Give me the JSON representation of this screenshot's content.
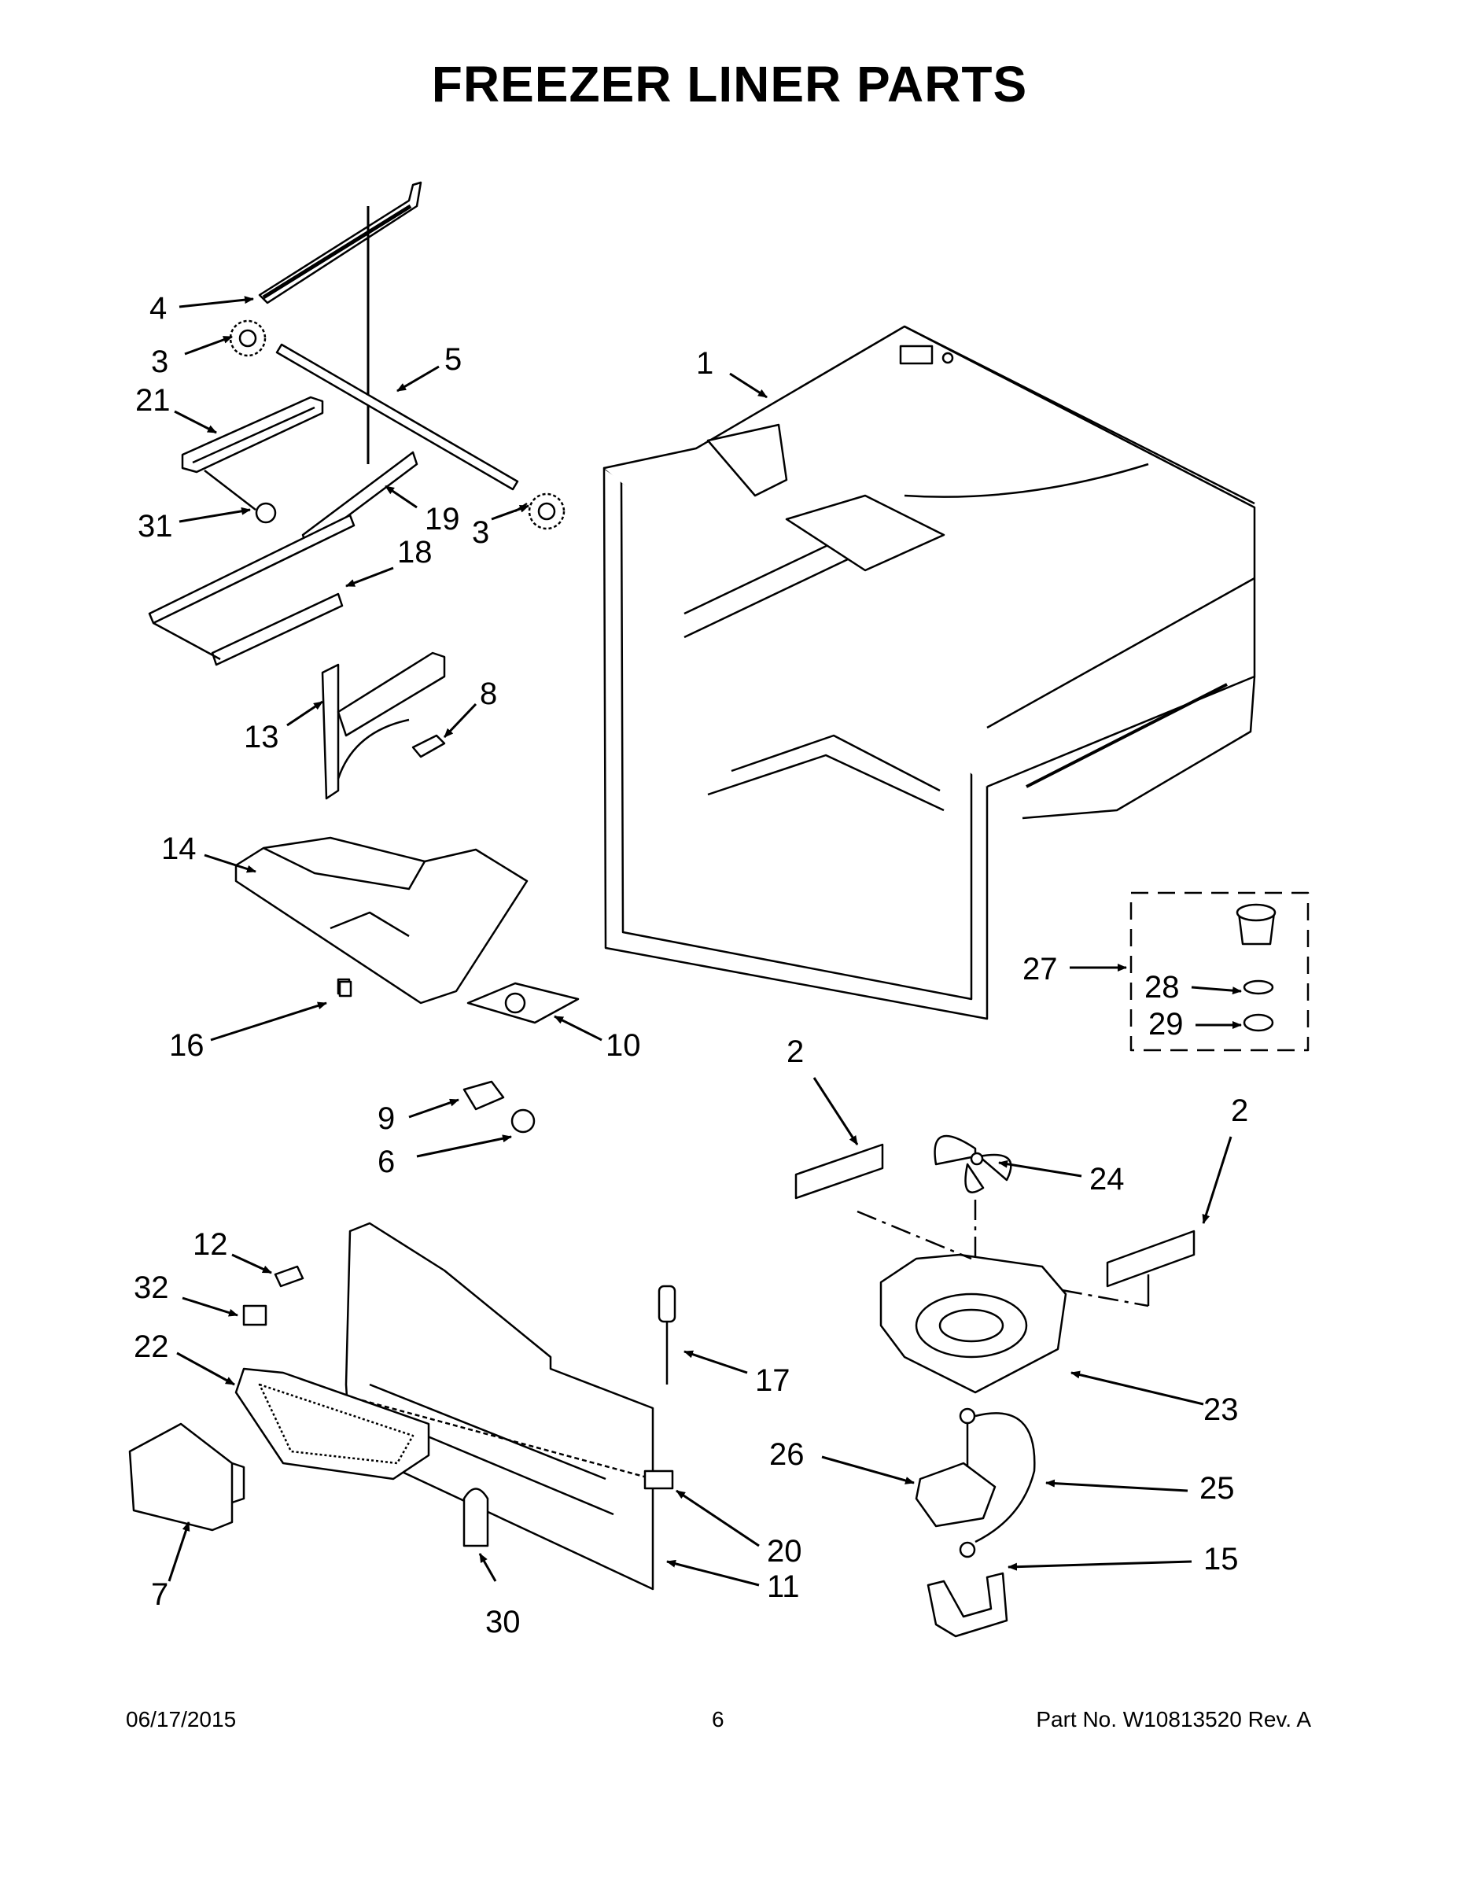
{
  "title": "FREEZER LINER PARTS",
  "labels": {
    "p1": "1",
    "p2a": "2",
    "p2b": "2",
    "p3a": "3",
    "p3b": "3",
    "p4": "4",
    "p5": "5",
    "p6": "6",
    "p7": "7",
    "p8": "8",
    "p9": "9",
    "p10": "10",
    "p11": "11",
    "p12": "12",
    "p13": "13",
    "p14": "14",
    "p15": "15",
    "p16": "16",
    "p17": "17",
    "p18": "18",
    "p19": "19",
    "p20": "20",
    "p21": "21",
    "p22": "22",
    "p23": "23",
    "p24": "24",
    "p25": "25",
    "p26": "26",
    "p27": "27",
    "p28": "28",
    "p29": "29",
    "p30": "30",
    "p31": "31",
    "p32": "32"
  },
  "footer": {
    "date": "06/17/2015",
    "page": "6",
    "part": "Part No.  W10813520  Rev.  A"
  }
}
